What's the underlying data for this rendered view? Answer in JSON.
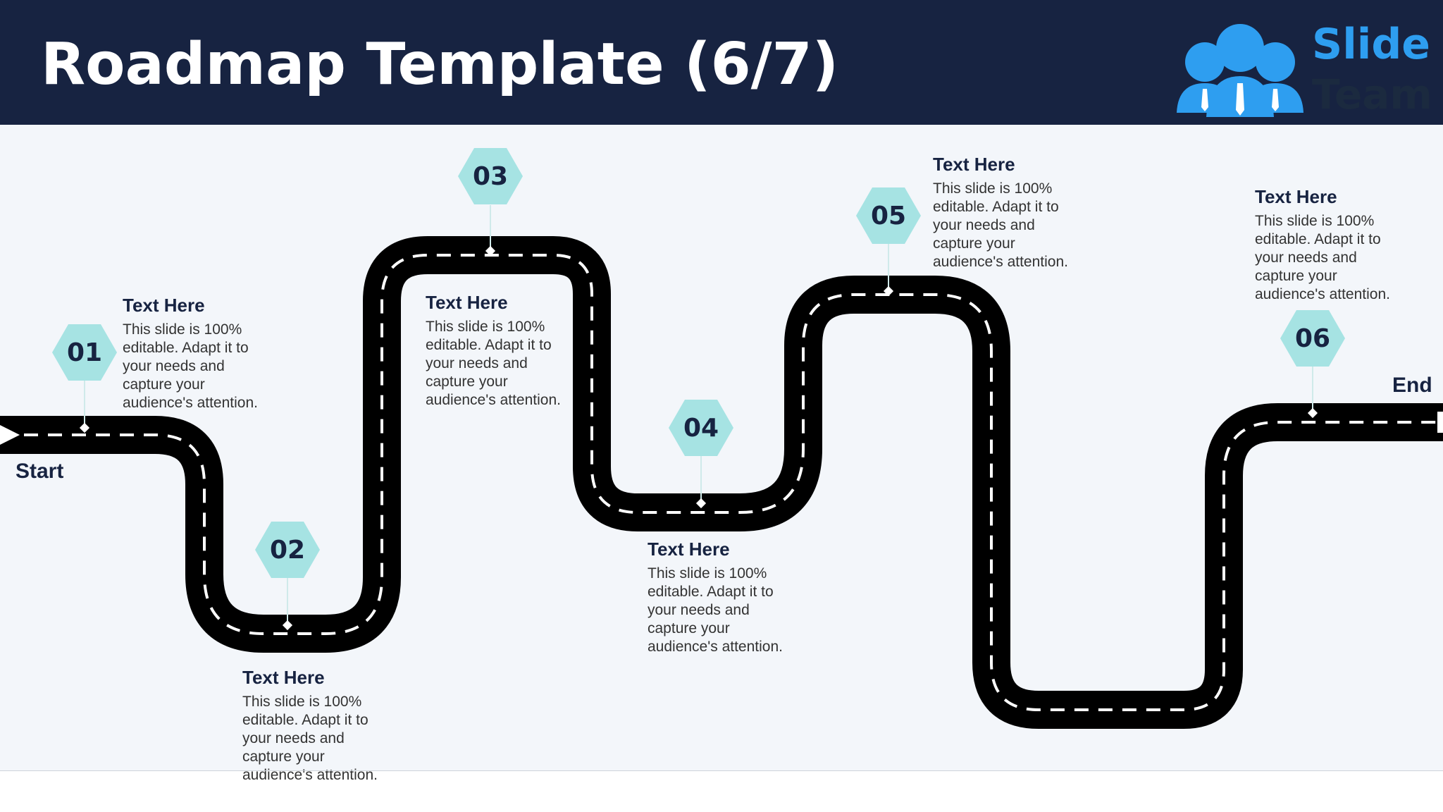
{
  "title": "Roadmap Template (6/7)",
  "logo": {
    "top": "Slide",
    "bottom": "Team",
    "color": "#2e9ef0"
  },
  "start_label": "Start",
  "end_label": "End",
  "colors": {
    "header": "#172341",
    "hex": "#a6e3e3",
    "road": "#000000",
    "road_dash": "#ffffff"
  },
  "milestones": [
    {
      "number": "01",
      "heading": "Text Here",
      "body": "This slide is 100% editable. Adapt it to your needs and capture your audience's attention."
    },
    {
      "number": "02",
      "heading": "Text Here",
      "body": "This slide is 100% editable. Adapt it to your needs and capture your audience's attention."
    },
    {
      "number": "03",
      "heading": "Text Here",
      "body": "This slide is 100% editable. Adapt it to your needs and capture your audience's attention."
    },
    {
      "number": "04",
      "heading": "Text Here",
      "body": "This slide is 100% editable. Adapt it to your needs and capture your audience's attention."
    },
    {
      "number": "05",
      "heading": "Text Here",
      "body": "This slide is 100% editable. Adapt it to your needs and capture your audience's attention."
    },
    {
      "number": "06",
      "heading": "Text Here",
      "body": "This slide is 100% editable. Adapt it to your needs and capture your audience's attention."
    }
  ]
}
